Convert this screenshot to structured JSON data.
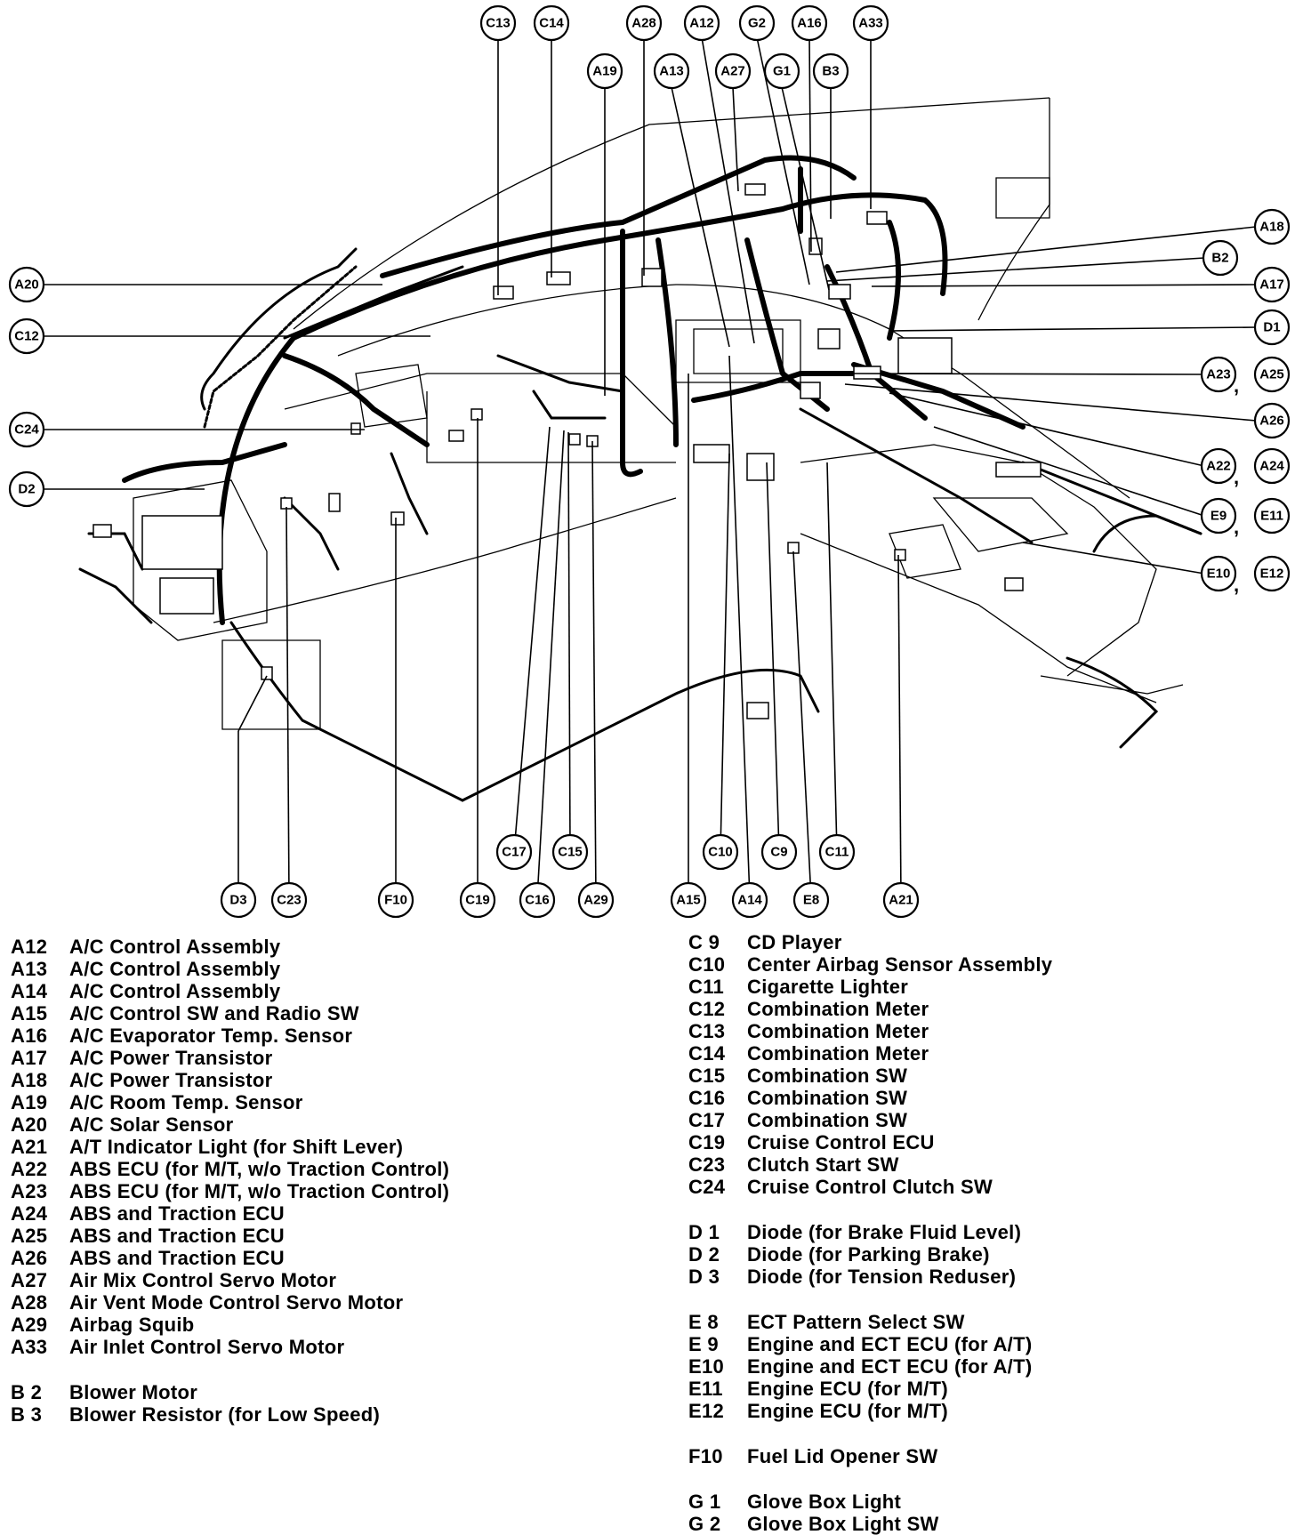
{
  "callouts": [
    "C13",
    "C14",
    "A28",
    "A12",
    "G2",
    "A16",
    "A33",
    "A19",
    "A13",
    "A27",
    "G1",
    "B3",
    "A18",
    "B2",
    "A17",
    "A20",
    "D1",
    "C12",
    "A23",
    "A25",
    "A26",
    "C24",
    "A22",
    "A24",
    "D2",
    "E9",
    "E11",
    "E10",
    "E12",
    "C17",
    "C15",
    "C10",
    "C9",
    "C11",
    "D3",
    "C23",
    "F10",
    "C19",
    "C16",
    "A29",
    "A15",
    "A14",
    "E8",
    "A21"
  ],
  "legend_left": {
    "groups": [
      [
        {
          "code": "A12",
          "name": "A/C Control Assembly"
        },
        {
          "code": "A13",
          "name": "A/C Control Assembly"
        },
        {
          "code": "A14",
          "name": "A/C Control Assembly"
        },
        {
          "code": "A15",
          "name": "A/C Control SW and Radio SW"
        },
        {
          "code": "A16",
          "name": "A/C Evaporator Temp. Sensor"
        },
        {
          "code": "A17",
          "name": "A/C Power Transistor"
        },
        {
          "code": "A18",
          "name": "A/C Power Transistor"
        },
        {
          "code": "A19",
          "name": "A/C Room Temp. Sensor"
        },
        {
          "code": "A20",
          "name": "A/C Solar Sensor"
        },
        {
          "code": "A21",
          "name": "A/T Indicator Light (for Shift Lever)"
        },
        {
          "code": "A22",
          "name": "ABS ECU (for M/T, w/o Traction Control)"
        },
        {
          "code": "A23",
          "name": "ABS ECU (for M/T, w/o Traction Control)"
        },
        {
          "code": "A24",
          "name": "ABS and Traction ECU"
        },
        {
          "code": "A25",
          "name": "ABS and Traction ECU"
        },
        {
          "code": "A26",
          "name": "ABS and Traction ECU"
        },
        {
          "code": "A27",
          "name": "Air Mix Control Servo Motor"
        },
        {
          "code": "A28",
          "name": "Air Vent Mode Control Servo Motor"
        },
        {
          "code": "A29",
          "name": "Airbag Squib"
        },
        {
          "code": "A33",
          "name": "Air Inlet Control Servo Motor"
        }
      ],
      [
        {
          "code": "B 2",
          "name": "Blower Motor"
        },
        {
          "code": "B 3",
          "name": "Blower Resistor (for Low Speed)"
        }
      ]
    ]
  },
  "legend_right": {
    "groups": [
      [
        {
          "code": "C 9",
          "name": "CD Player"
        },
        {
          "code": "C10",
          "name": "Center Airbag Sensor Assembly"
        },
        {
          "code": "C11",
          "name": "Cigarette Lighter"
        },
        {
          "code": "C12",
          "name": "Combination Meter"
        },
        {
          "code": "C13",
          "name": "Combination Meter"
        },
        {
          "code": "C14",
          "name": "Combination Meter"
        },
        {
          "code": "C15",
          "name": "Combination SW"
        },
        {
          "code": "C16",
          "name": "Combination SW"
        },
        {
          "code": "C17",
          "name": "Combination SW"
        },
        {
          "code": "C19",
          "name": "Cruise Control ECU"
        },
        {
          "code": "C23",
          "name": "Clutch Start SW"
        },
        {
          "code": "C24",
          "name": "Cruise Control Clutch SW"
        }
      ],
      [
        {
          "code": "D 1",
          "name": "Diode (for Brake Fluid Level)"
        },
        {
          "code": "D 2",
          "name": "Diode (for Parking Brake)"
        },
        {
          "code": "D 3",
          "name": "Diode (for Tension Reduser)"
        }
      ],
      [
        {
          "code": "E 8",
          "name": "ECT Pattern Select SW"
        },
        {
          "code": "E 9",
          "name": "Engine and ECT ECU (for A/T)"
        },
        {
          "code": "E10",
          "name": "Engine and ECT ECU (for A/T)"
        },
        {
          "code": "E11",
          "name": "Engine ECU (for M/T)"
        },
        {
          "code": "E12",
          "name": "Engine ECU (for M/T)"
        }
      ],
      [
        {
          "code": "F10",
          "name": "Fuel Lid Opener SW"
        }
      ],
      [
        {
          "code": "G 1",
          "name": "Glove Box Light"
        },
        {
          "code": "G 2",
          "name": "Glove Box Light SW"
        }
      ]
    ]
  }
}
